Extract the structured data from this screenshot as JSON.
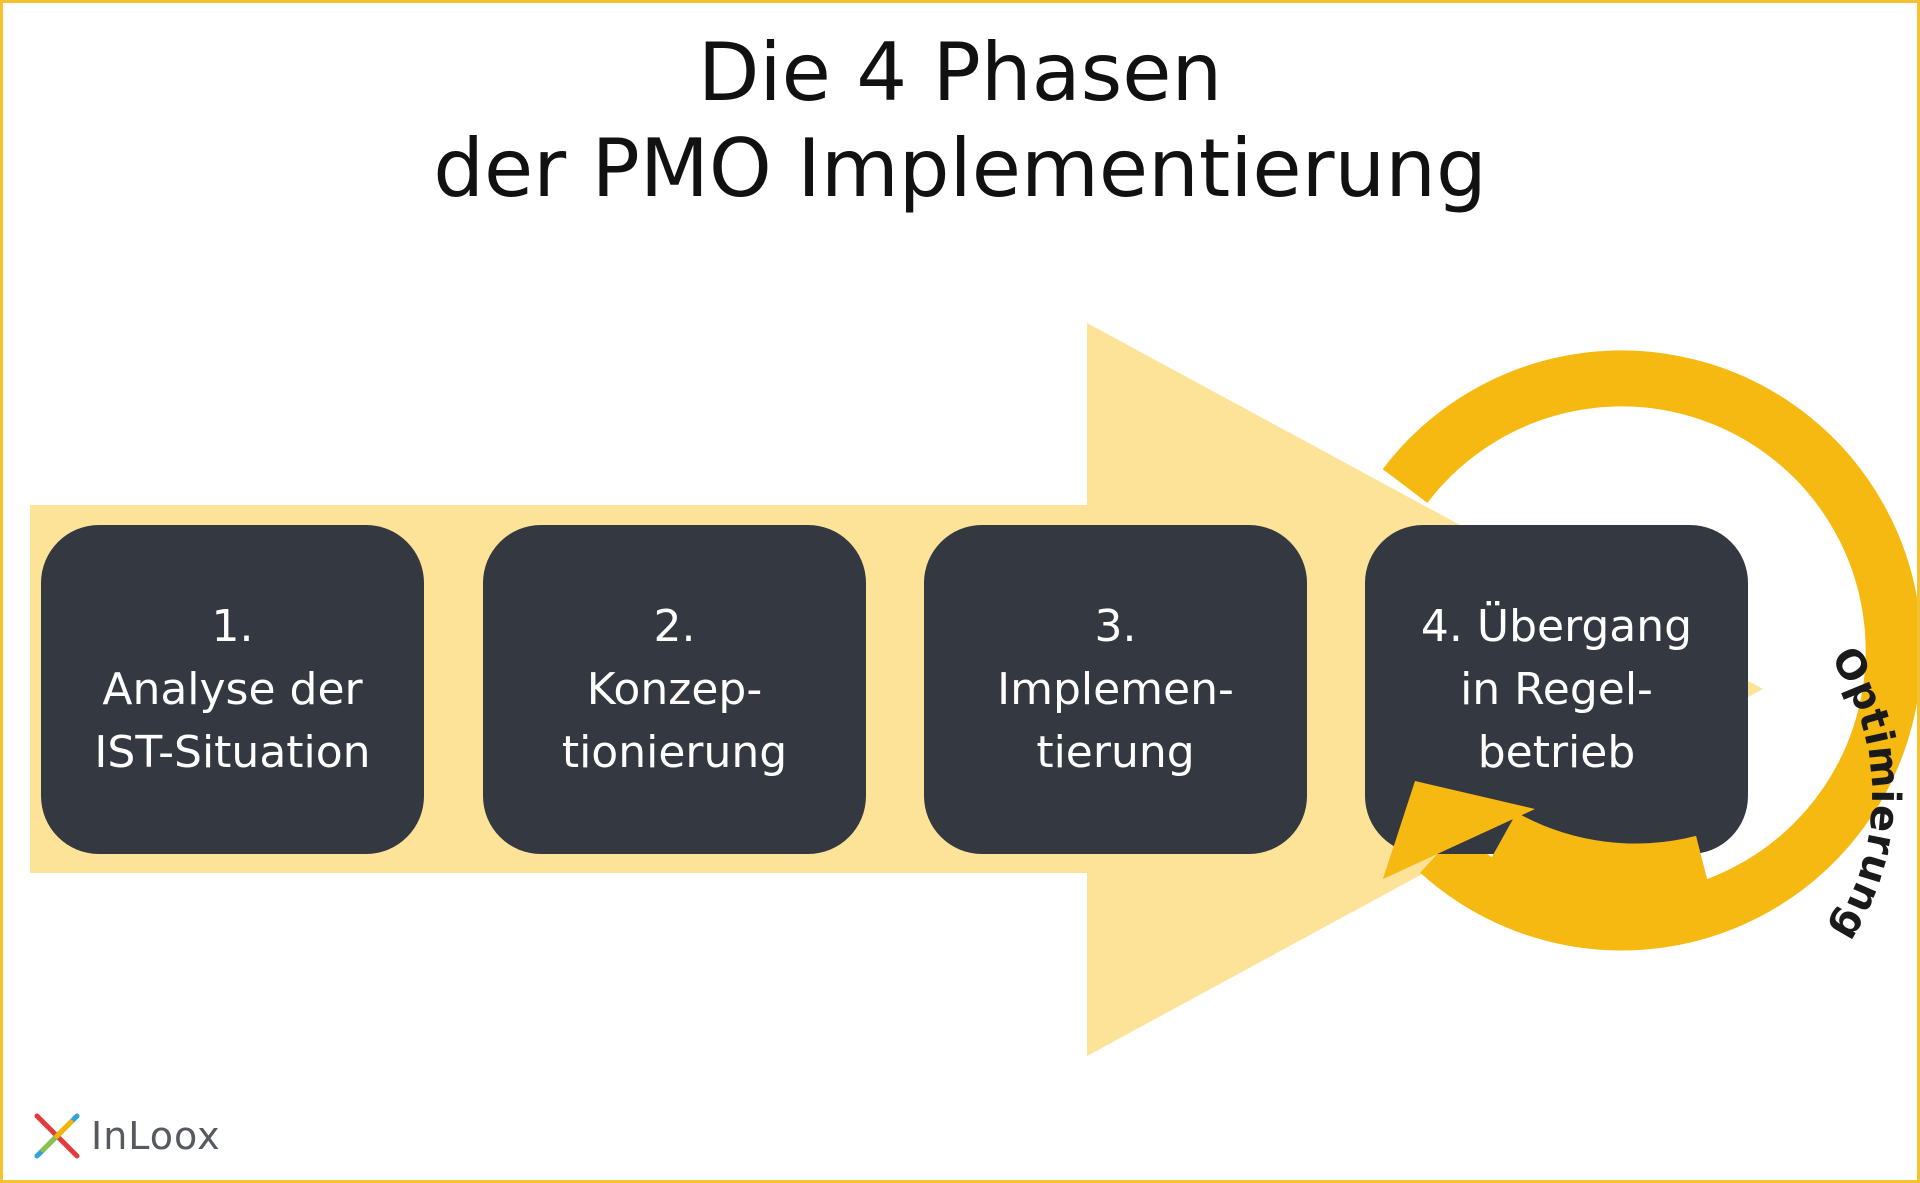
{
  "title": {
    "line1": "Die 4 Phasen",
    "line2": "der PMO Implementierung"
  },
  "phases": [
    {
      "lines": [
        "1.",
        "Analyse der",
        "IST-Situation"
      ]
    },
    {
      "lines": [
        "2.",
        "Konzep-",
        "tionierung"
      ]
    },
    {
      "lines": [
        "3.",
        "Implemen-",
        "tierung"
      ]
    },
    {
      "lines": [
        "4. Übergang",
        "in Regel-",
        "betrieb"
      ]
    }
  ],
  "cycle_label": "Optimierung",
  "logo": {
    "text": "InLoox"
  },
  "colors": {
    "border": "#F2C230",
    "arrow": "#FDE398",
    "box": "#343840",
    "cycle": "#F6B912"
  }
}
